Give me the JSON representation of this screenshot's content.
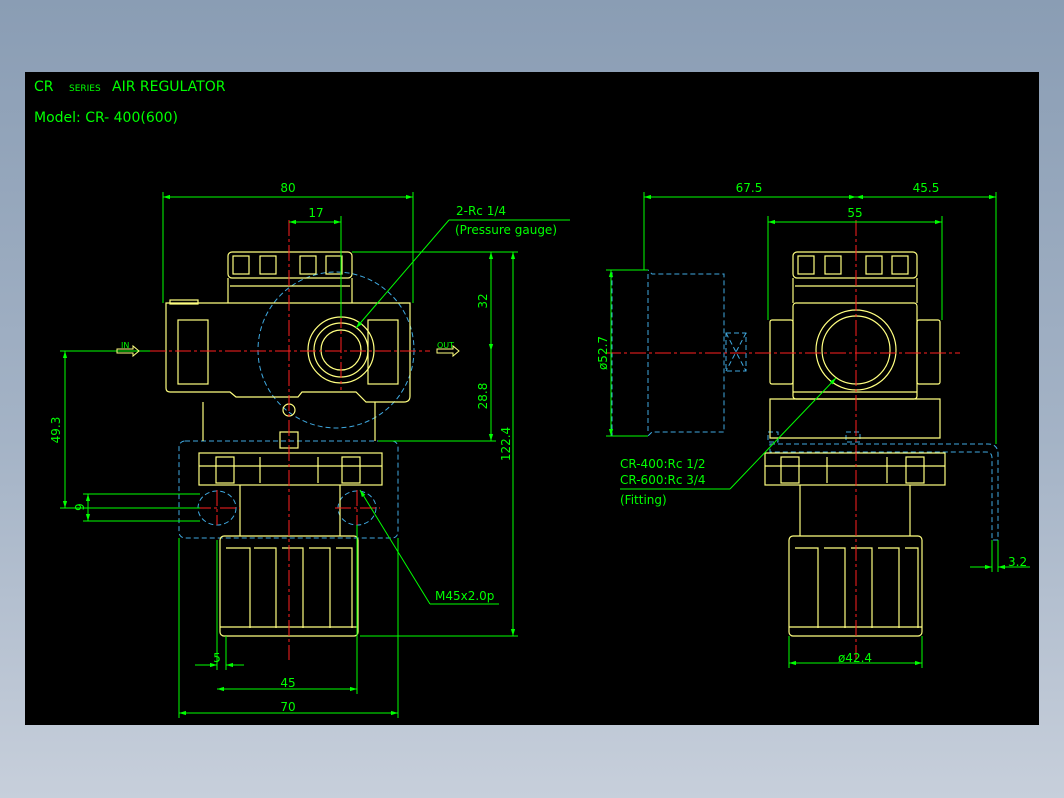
{
  "header": {
    "series_prefix": "CR",
    "series_word": "SERIES",
    "product_name": "AIR REGULATOR",
    "model": "Model: CR- 400(600)"
  },
  "front_view": {
    "dim_width_80": "80",
    "dim_17": "17",
    "dim_32": "32",
    "dim_28_8": "28.8",
    "dim_122_4": "122.4",
    "dim_49_3": "49.3",
    "dim_9": "9",
    "dim_5": "5",
    "dim_45": "45",
    "dim_70": "70",
    "port_in": "IN",
    "port_out": "OUT",
    "gauge_port_label": "2-Rc 1/4",
    "gauge_port_note": "(Pressure gauge)",
    "thread_label": "M45x2.0p"
  },
  "side_view": {
    "dim_67_5": "67.5",
    "dim_45_5": "45.5",
    "dim_55": "55",
    "dim_dia_52_7": "ø52.7",
    "dim_dia_42_4": "ø42.4",
    "dim_3_2": "3.2",
    "fitting_line1": "CR-400:Rc 1/2",
    "fitting_line2": "CR-600:Rc 3/4",
    "fitting_note": "(Fitting)"
  },
  "colors": {
    "dimension": "#00ff00",
    "outline": "#ffff80",
    "hidden": "#3fa9e0",
    "centerline": "#ff2020",
    "background": "#000000"
  }
}
